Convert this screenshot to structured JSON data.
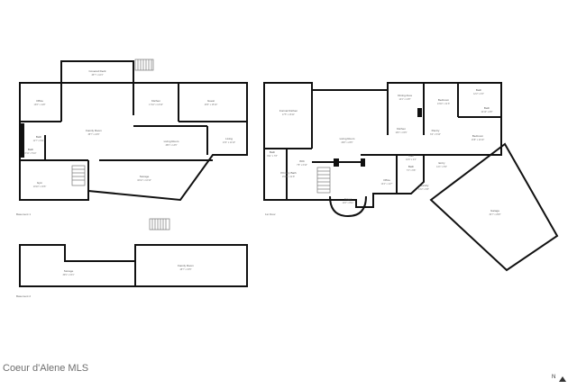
{
  "watermark": "Coeur d'Alene MLS",
  "compass": "N",
  "floors": {
    "basement1": "Basement 1",
    "first": "1st Floor",
    "basement2": "Basement 2"
  },
  "rooms": {
    "office_b1": {
      "name": "Office",
      "dim": "13'6\" x 11'8\""
    },
    "covered_deck": {
      "name": "Covered Deck",
      "dim": "38'7\" x 10'4\""
    },
    "kitchen_b1": {
      "name": "Kitchen",
      "dim": "17'10\" x 13'10\""
    },
    "guest": {
      "name": "Guest",
      "dim": "28'3\" x 15'10\""
    },
    "family": {
      "name": "Family Room",
      "dim": "38'7\" x 24'9\""
    },
    "bath_b1": {
      "name": "Bath",
      "dim": "11'7\" x 6'11\""
    },
    "bath2_b1": {
      "name": "Bath",
      "dim": "8'11\" x 5'10\""
    },
    "living_b1": {
      "name": "Living Room",
      "dim": "38'6\" x 13'6\""
    },
    "living2_b1": {
      "name": "Living",
      "dim": "13'4\" x 11'10\""
    },
    "storage_b1": {
      "name": "Storage",
      "dim": "40'10\" x 10'10\""
    },
    "gym": {
      "name": "Gym",
      "dim": "19'10\" x 16'6\""
    },
    "formal": {
      "name": "Formal Kitchen",
      "dim": "17'5\" x 16'11\""
    },
    "dining": {
      "name": "Dining Area",
      "dim": "14'4\" x 13'8\""
    },
    "bedroom_a": {
      "name": "Bedroom",
      "dim": "13'10\" x 11'6\""
    },
    "bath_a": {
      "name": "Bath",
      "dim": "12'2\" x 9'3\""
    },
    "living_f": {
      "name": "Living Room",
      "dim": "29'8\" x 23'6\""
    },
    "bath_c": {
      "name": "Bath",
      "dim": "10'10\" x 8'8\""
    },
    "kitchen_f": {
      "name": "Kitchen",
      "dim": "16'6\" x 15'9\""
    },
    "pantry": {
      "name": "Pantry",
      "dim": "6'4\" x 5'10\""
    },
    "bedroom_b": {
      "name": "Bedroom",
      "dim": "16'8\" x 14'10\""
    },
    "bath_f": {
      "name": "Bath",
      "dim": "9'11\" x 7'8\""
    },
    "wic": {
      "name": "WIC",
      "dim": "7'8\" x 6'10\""
    },
    "primary_bath": {
      "name": "Primary Bath",
      "dim": "15'10\" x 11'8\""
    },
    "office_f": {
      "name": "Office",
      "dim": "13'4\" x 11'7\""
    },
    "hall": {
      "name": "Hall",
      "dim": "10'6\" x 4'0\""
    },
    "bath_d": {
      "name": "Bath",
      "dim": "7'3\" x 6'8\""
    },
    "entry": {
      "name": "Entry",
      "dim": "14'1\" x 8'9\""
    },
    "laundry": {
      "name": "Laundry",
      "dim": "13'2\" x 8'8\""
    },
    "foyer": {
      "name": "Foyer",
      "dim": "12'6\" x 8'11\""
    },
    "garage": {
      "name": "Garage",
      "dim": "30'7\" x 25'8\""
    },
    "storage_b2": {
      "name": "Storage",
      "dim": "36'9\" x 15'1\""
    },
    "family_b2": {
      "name": "Family Room",
      "dim": "48'7\" x 15'5\""
    }
  }
}
